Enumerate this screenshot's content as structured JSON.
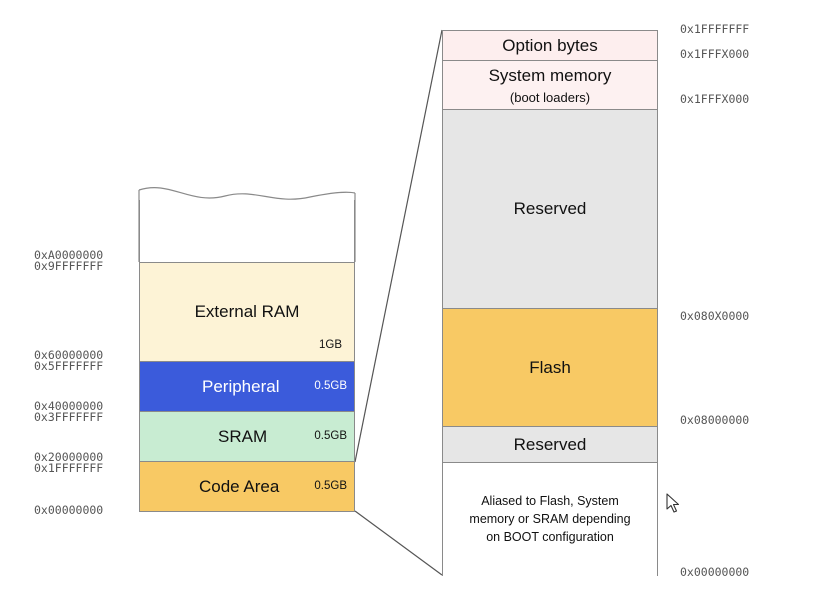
{
  "left_map": {
    "regions": [
      {
        "label": "External RAM",
        "size": "1GB",
        "color": "#fdf3d6"
      },
      {
        "label": "Peripheral",
        "size": "0.5GB",
        "color": "#3b5bdb"
      },
      {
        "label": "SRAM",
        "size": "0.5GB",
        "color": "#c8ecd2"
      },
      {
        "label": "Code Area",
        "size": "0.5GB",
        "color": "#f8c964"
      }
    ],
    "addresses": {
      "a0": "0xA0000000",
      "a9f": "0x9FFFFFFF",
      "a60": "0x60000000",
      "a5f": "0x5FFFFFFF",
      "a40": "0x40000000",
      "a3f": "0x3FFFFFFF",
      "a20": "0x20000000",
      "a1f": "0x1FFFFFFF",
      "a00": "0x00000000"
    }
  },
  "right_map": {
    "option_bytes": "Option bytes",
    "system_memory": "System memory",
    "boot_loaders": "(boot loaders)",
    "reserved_top": "Reserved",
    "flash": "Flash",
    "reserved_bottom": "Reserved",
    "aliased_line1": "Aliased to Flash, System",
    "aliased_line2": "memory or SRAM depending",
    "aliased_line3": "on BOOT configuration",
    "addresses": {
      "top": "0x1FFFFFFF",
      "sys_top": "0x1FFFX000",
      "sys_bottom": "0x1FFFX000",
      "flash_top": "0x080X0000",
      "flash_bottom": "0x08000000",
      "bottom": "0x00000000"
    },
    "colors": {
      "option_bytes": "#fdeeee",
      "system_memory": "#fdf1f1",
      "reserved": "#e6e6e6",
      "flash": "#f8c964",
      "aliased": "#ffffff"
    }
  },
  "cursor_icon": "mouse-pointer-icon"
}
